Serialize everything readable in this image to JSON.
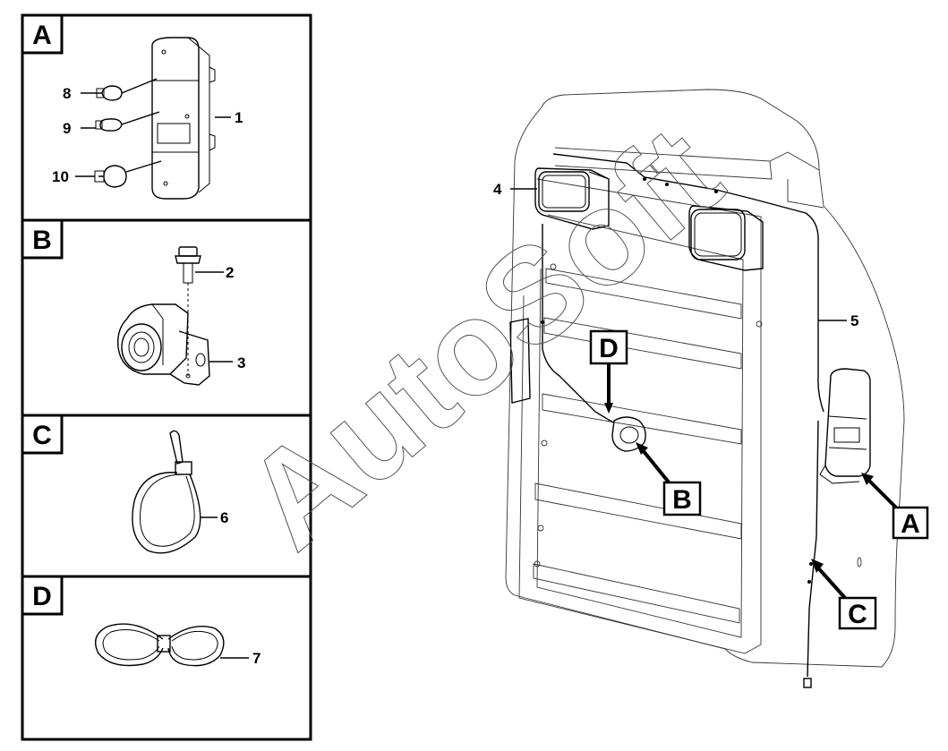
{
  "watermark": "AutoSoft",
  "detail_panels": [
    {
      "letter": "A",
      "callouts": [
        "8",
        "9",
        "10",
        "1"
      ]
    },
    {
      "letter": "B",
      "callouts": [
        "2",
        "3"
      ]
    },
    {
      "letter": "C",
      "callouts": [
        "6"
      ]
    },
    {
      "letter": "D",
      "callouts": [
        "7"
      ]
    }
  ],
  "main_callouts": {
    "work_light": "4",
    "harness": "5"
  },
  "main_letters": {
    "A": "A",
    "B": "B",
    "C": "C",
    "D": "D"
  }
}
